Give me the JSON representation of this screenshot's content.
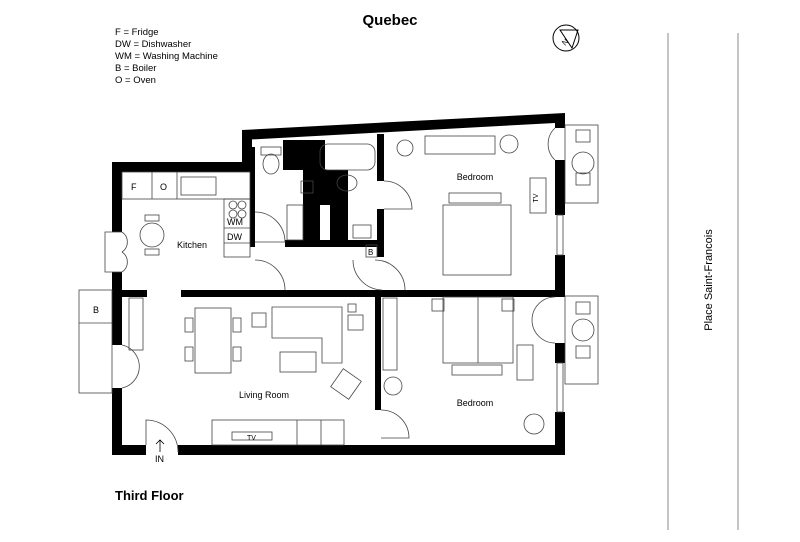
{
  "title": "Quebec",
  "floor": "Third Floor",
  "street": "Place Saint-Francois",
  "legend": [
    "F = Fridge",
    "DW = Dishwasher",
    "WM = Washing Machine",
    "B = Boiler",
    "O = Oven"
  ],
  "rooms": {
    "kitchen": "Kitchen",
    "living": "Living Room",
    "bedroom1": "Bedroom",
    "bedroom2": "Bedroom"
  },
  "appliances": {
    "fridge": "F",
    "oven": "O",
    "washing_machine": "WM",
    "dishwasher": "DW",
    "boiler_bath": "B",
    "boiler_balcony": "B",
    "tv_living": "TV",
    "tv_bedroom": "TV"
  },
  "entrance": "IN",
  "compass": "N"
}
